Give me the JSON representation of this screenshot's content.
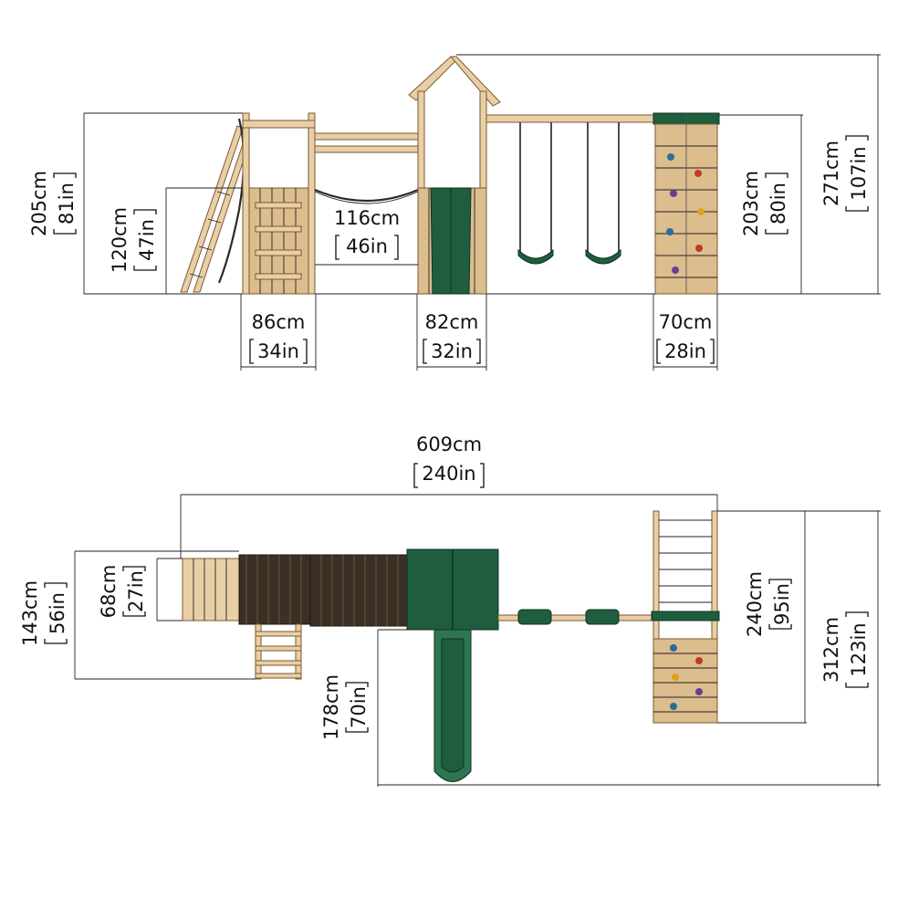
{
  "front_view": {
    "overall_height": {
      "cm": "271cm",
      "in": "107in"
    },
    "left_tower_height": {
      "cm": "205cm",
      "in": "81in"
    },
    "deck_height": {
      "cm": "120cm",
      "in": "47in"
    },
    "bridge_length": {
      "cm": "116cm",
      "in": "46in"
    },
    "climb_frame_height": {
      "cm": "203cm",
      "in": "80in"
    },
    "left_tower_width": {
      "cm": "86cm",
      "in": "34in"
    },
    "slide_tower_width": {
      "cm": "82cm",
      "in": "32in"
    },
    "climb_frame_width": {
      "cm": "70cm",
      "in": "28in"
    }
  },
  "top_view": {
    "overall_length": {
      "cm": "609cm",
      "in": "240in"
    },
    "left_depth": {
      "cm": "143cm",
      "in": "56in"
    },
    "platform_depth": {
      "cm": "68cm",
      "in": "27in"
    },
    "slide_length": {
      "cm": "178cm",
      "in": "70in"
    },
    "climb_frame_length": {
      "cm": "240cm",
      "in": "95in"
    },
    "overall_depth": {
      "cm": "312cm",
      "in": "123in"
    }
  },
  "colors": {
    "wood": "#e9cfa6",
    "green": "#1f5d3f",
    "dark": "#3b3026"
  }
}
